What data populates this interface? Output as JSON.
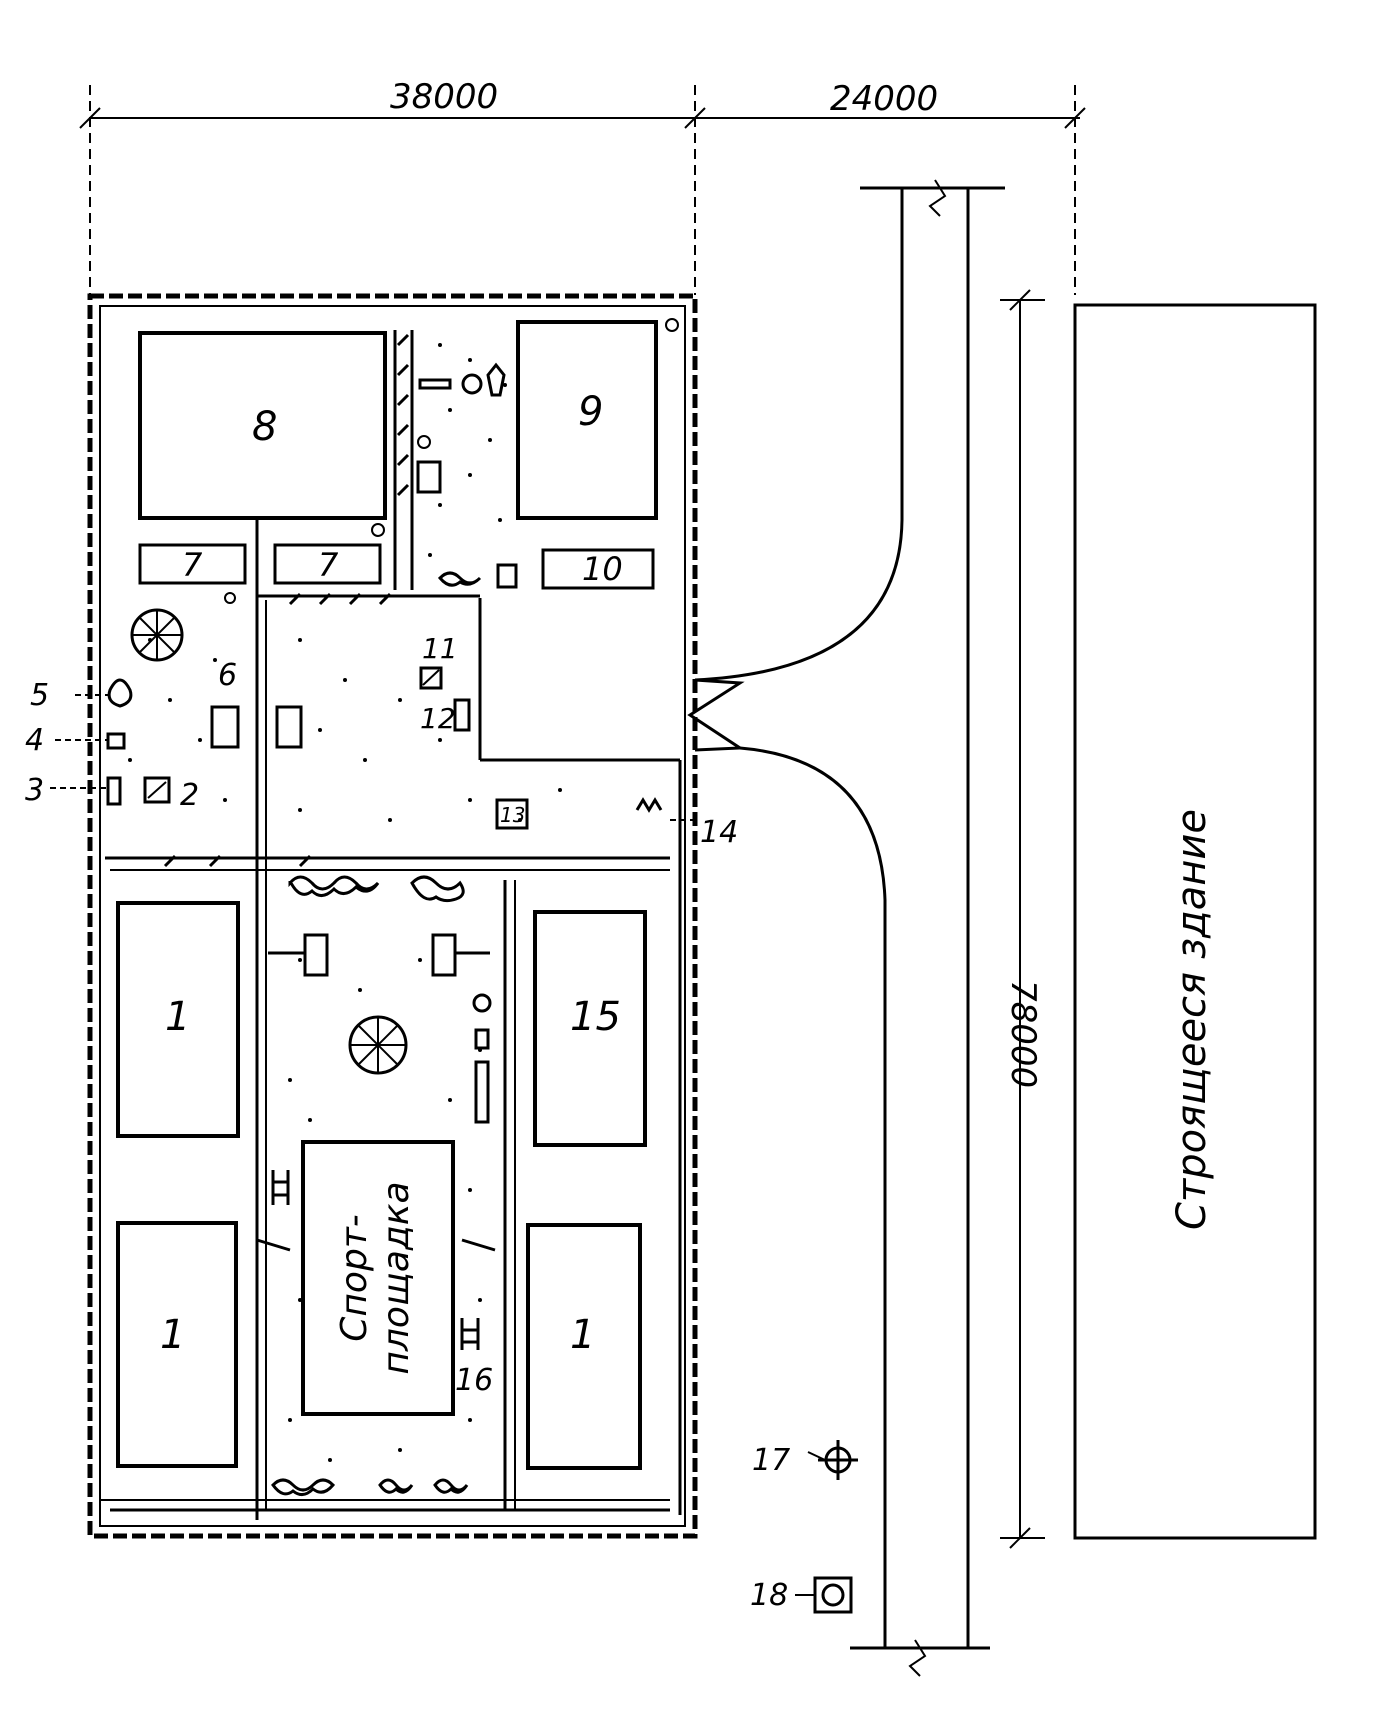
{
  "dimensions": {
    "width_main": "38000",
    "width_side": "24000",
    "length": "78000"
  },
  "zones": {
    "left_top": "8",
    "right_top": "9",
    "small_left_a": "7",
    "small_left_b": "7",
    "small_right": "10",
    "bottom_left_top": "1",
    "bottom_left_bottom": "1",
    "bottom_right_top": "15",
    "bottom_right_bottom": "1"
  },
  "sport": {
    "line1": "Спорт-",
    "line2": "площадка"
  },
  "building": {
    "label": "Строящееся здание"
  },
  "callouts": {
    "n2": "2",
    "n3": "3",
    "n4": "4",
    "n5": "5",
    "n6": "6",
    "n11": "11",
    "n12": "12",
    "n13": "13",
    "n14": "14",
    "n16": "16",
    "n17": "17",
    "n18": "18"
  }
}
